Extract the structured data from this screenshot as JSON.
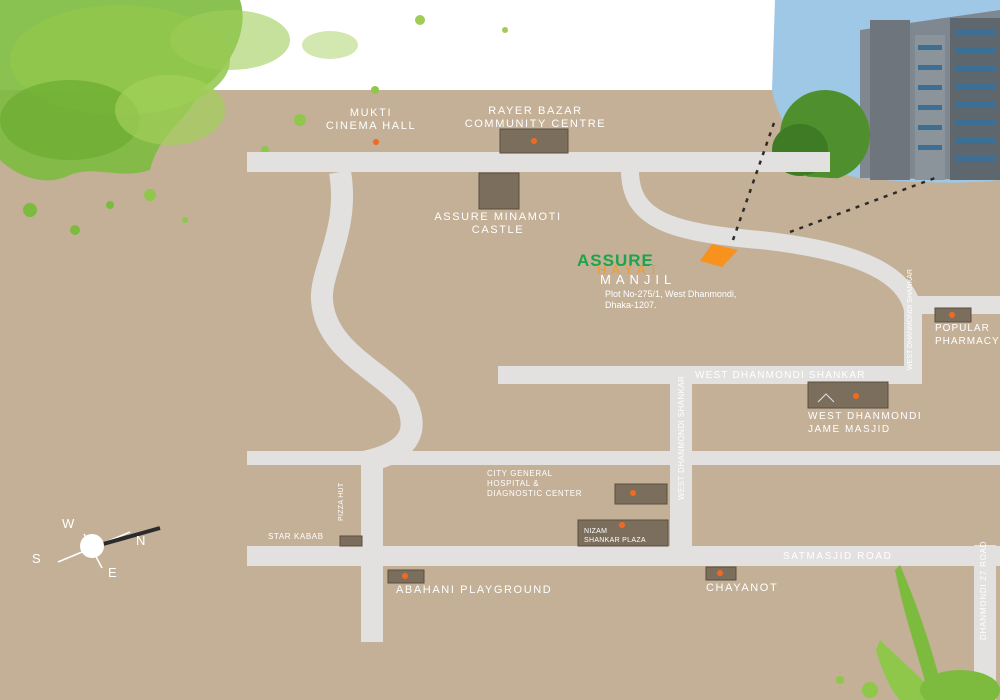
{
  "colors": {
    "ground": "#c3b097",
    "road": "#e2e1e0",
    "building_fill": "#7b6e5d",
    "marker": "#f26a21",
    "project_marker": "#f7921e",
    "accent_green": "#1fa34a",
    "accent_orange": "#f59a2a",
    "label": "#ffffff"
  },
  "project": {
    "name_line1": "ASSURE",
    "name_line2": "HAYAT",
    "name_line3": "MANJIL",
    "address_line1": "Plot No-275/1, West Dhanmondi,",
    "address_line2": "Dhaka-1207."
  },
  "landmarks": {
    "mukti_line1": "MUKTI",
    "mukti_line2": "CINEMA HALL",
    "rayer_line1": "RAYER BAZAR",
    "rayer_line2": "COMMUNITY CENTRE",
    "minamoti_line1": "ASSURE MINAMOTI",
    "minamoti_line2": "CASTLE",
    "pharmacy_line1": "POPULAR",
    "pharmacy_line2": "PHARMACY",
    "masjid_line1": "WEST DHANMONDI",
    "masjid_line2": "JAME MASJID",
    "hospital_line1": "CITY GENERAL",
    "hospital_line2": "HOSPITAL &",
    "hospital_line3": "DIAGNOSTIC CENTER",
    "nizam_line1": "NIZAM",
    "nizam_line2": "SHANKAR PLAZA",
    "star_kabab": "STAR KABAB",
    "pizza_hut": "PIZZA HUT",
    "abahani": "ABAHANI PLAYGROUND",
    "chayanot": "CHAYANOT"
  },
  "roads": {
    "west_dhanmondi_shankar_h": "WEST DHANMONDI SHANKAR",
    "west_dhanmondi_shankar_v": "WEST DHANMONDI SHANKAR",
    "west_dhanmondi_shankar_v2": "WEST DHANMONDI SHANKAR",
    "satmasjid": "SATMASJID ROAD",
    "dhanmondi_27": "DHANMONDI 27 ROAD"
  },
  "compass": {
    "north": "N",
    "south": "S",
    "east": "E",
    "west": "W"
  }
}
